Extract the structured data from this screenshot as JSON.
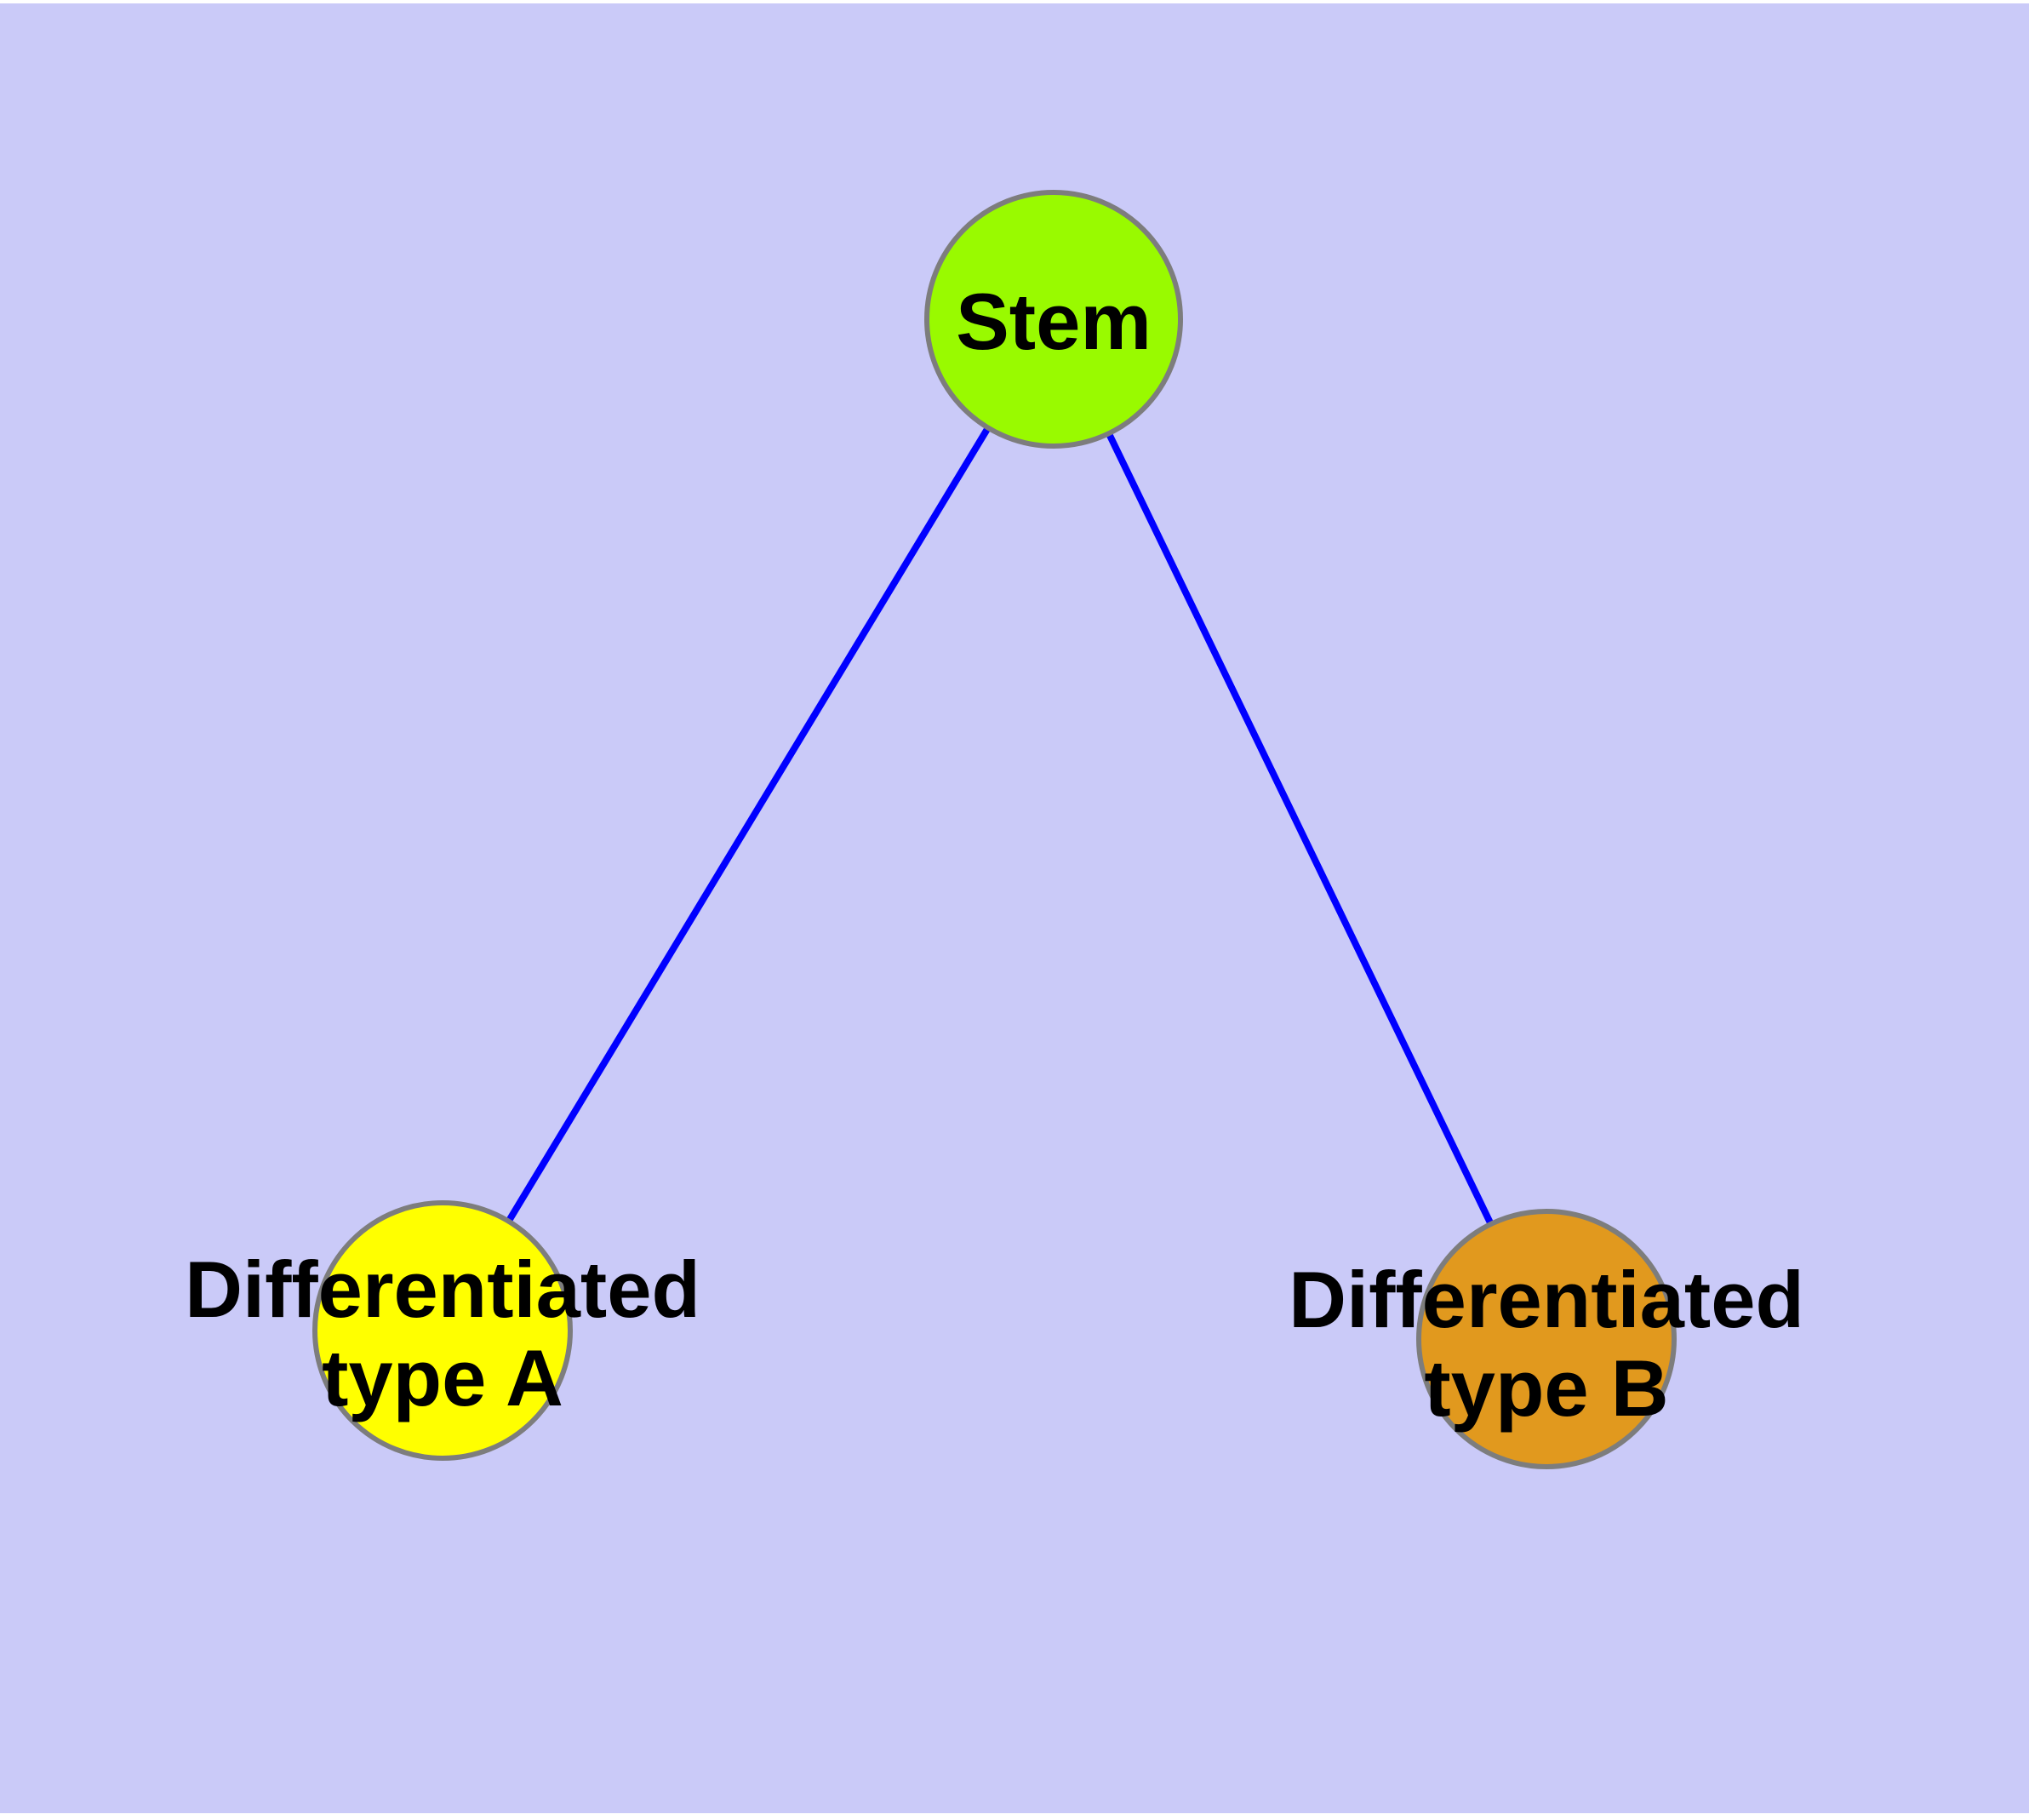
{
  "diagram": {
    "type": "graph",
    "description": "Stem cell differentiation tree: one root node with two child nodes",
    "colors": {
      "background": "#CACAF8",
      "frame": "#FFFFFF",
      "edge": "#0000FF",
      "node_border": "#7D7D7D",
      "label_text": "#000000"
    },
    "nodes": {
      "stem": {
        "label": "Stem",
        "fill": "#99FA00"
      },
      "type_a": {
        "label_line1": "Differentiated",
        "label_line2": "type A",
        "fill": "#FFFF00"
      },
      "type_b": {
        "label_line1": "Differentiated",
        "label_line2": "type B",
        "fill": "#E1991E"
      }
    },
    "edges": [
      {
        "from": "Stem",
        "to": "Differentiated type A"
      },
      {
        "from": "Stem",
        "to": "Differentiated type B"
      }
    ]
  }
}
